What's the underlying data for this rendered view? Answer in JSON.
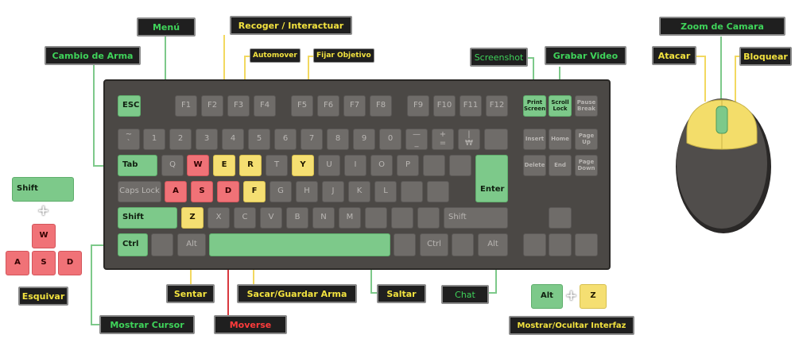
{
  "labels": {
    "menu": "Menú",
    "interact": "Recoger / Interactuar",
    "weapon_switch": "Cambio de Arma",
    "automove": "Automover",
    "target": "Fijar Objetivo",
    "screenshot": "Screenshot",
    "record": "Grabar Video",
    "zoom": "Zoom de Camara",
    "attack": "Atacar",
    "block": "Bloquear",
    "dodge": "Esquivar",
    "sit": "Sentar",
    "draw_weapon": "Sacar/Guardar Arma",
    "jump": "Saltar",
    "chat": "Chat",
    "show_cursor": "Mostrar Cursor",
    "move": "Moverse",
    "toggle_ui": "Mostrar/Ocultar Interfaz"
  },
  "keys": {
    "esc": "ESC",
    "f1": "F1",
    "f2": "F2",
    "f3": "F3",
    "f4": "F4",
    "f5": "F5",
    "f6": "F6",
    "f7": "F7",
    "f8": "F8",
    "f9": "F9",
    "f10": "F10",
    "f11": "F11",
    "f12": "F12",
    "print": "Print\nScreen",
    "scroll": "Scroll\nLock",
    "pause": "Pause\nBreak",
    "tilde": "~\n`",
    "n1": "1",
    "n2": "2",
    "n3": "3",
    "n4": "4",
    "n5": "5",
    "n6": "6",
    "n7": "7",
    "n8": "8",
    "n9": "9",
    "n0": "0",
    "minus": "—\n_",
    "plus": "+\n=",
    "pipe": "|\n₩",
    "insert": "Insert",
    "home": "Home",
    "pgup": "Page\nUp",
    "delete": "Delete",
    "end": "End",
    "pgdn": "Page\nDown",
    "tab": "Tab",
    "q": "Q",
    "w": "W",
    "e": "E",
    "r": "R",
    "t": "T",
    "y": "Y",
    "u": "U",
    "i": "I",
    "o": "O",
    "p": "P",
    "caps": "Caps Lock",
    "a": "A",
    "s": "S",
    "d": "D",
    "f": "F",
    "g": "G",
    "h": "H",
    "j": "J",
    "k": "K",
    "l": "L",
    "enter": "Enter",
    "shift": "Shift",
    "z": "Z",
    "x": "X",
    "c": "C",
    "v": "V",
    "b": "B",
    "n": "N",
    "m": "M",
    "shift_r": "Shift",
    "ctrl": "Ctrl",
    "alt": "Alt",
    "ctrl_r": "Ctrl",
    "alt_r": "Alt"
  },
  "combo_dodge": {
    "shift": "Shift",
    "w": "W",
    "a": "A",
    "s": "S",
    "d": "D"
  },
  "combo_ui": {
    "alt": "Alt",
    "z": "Z"
  },
  "colors": {
    "keyboard": "#4b4845",
    "key_gray": "#6f6c69",
    "key_green": "#7dc98a",
    "key_red": "#f07277",
    "key_yellow": "#f5df72",
    "label_bg": "#1f1f1f",
    "label_green": "#3fd35a",
    "label_yellow": "#f2e23f",
    "label_red": "#ff3b3b"
  }
}
